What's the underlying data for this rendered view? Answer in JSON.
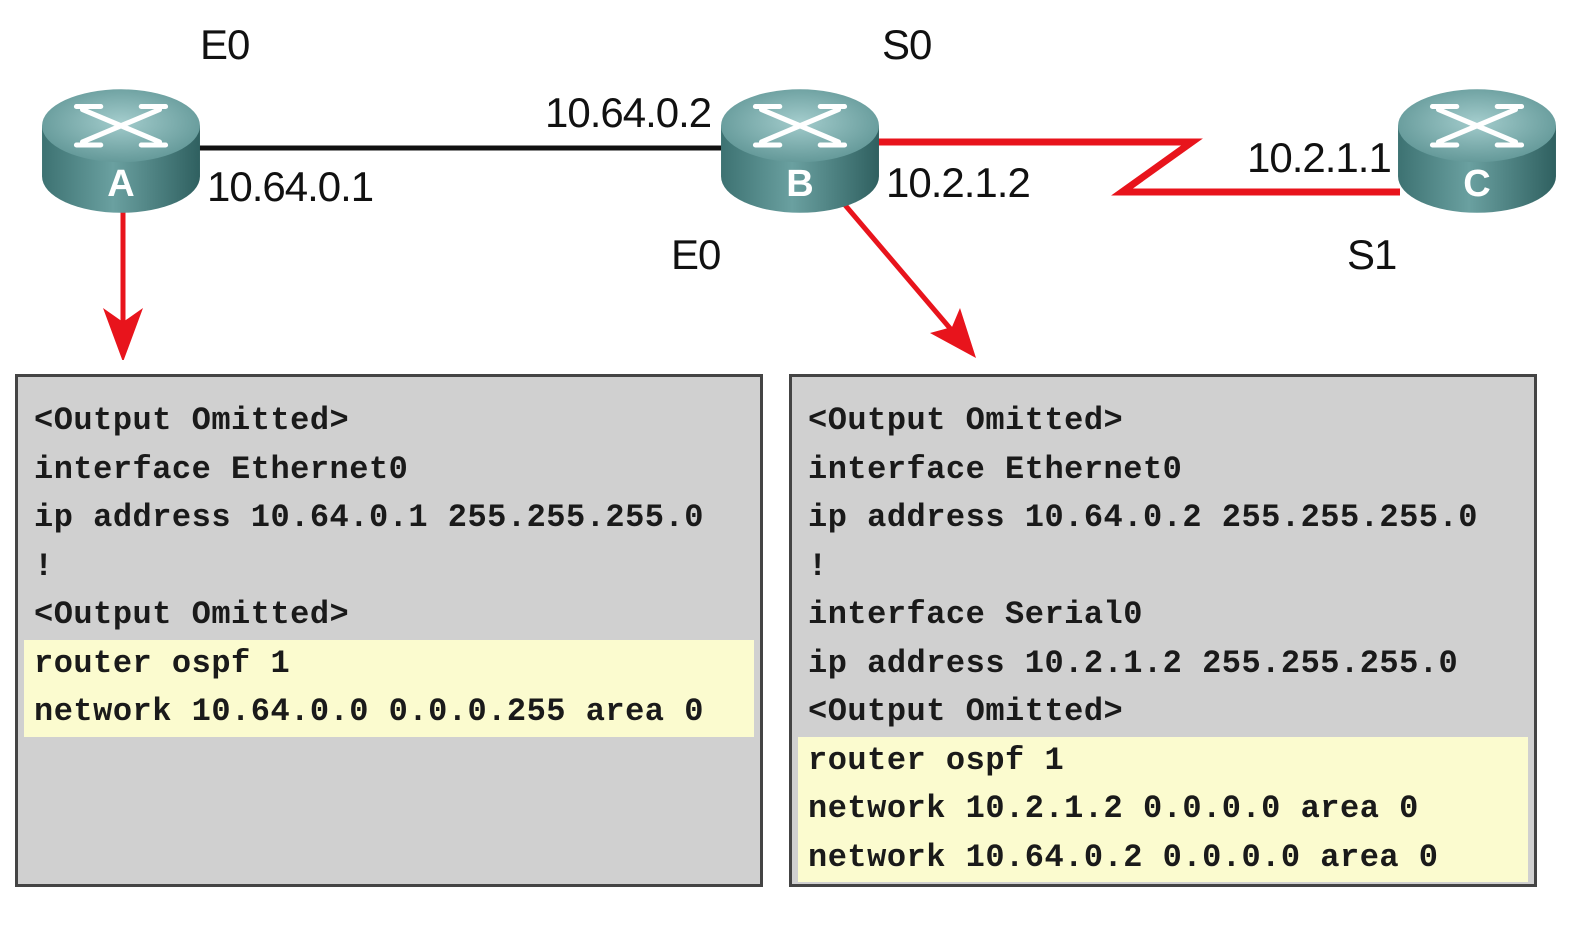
{
  "colors": {
    "red_link": "#e8141c",
    "router_body": "#4f8a8a",
    "router_top": "#7fb0b0",
    "panel_bg": "#d0d0d0",
    "highlight": "#fbfbcf"
  },
  "routers": {
    "a": {
      "letter": "A",
      "icon": "router-icon"
    },
    "b": {
      "letter": "B",
      "icon": "router-icon"
    },
    "c": {
      "letter": "C",
      "icon": "router-icon"
    }
  },
  "labels": {
    "a_e0": "E0",
    "a_ip": "10.64.0.1",
    "b_ip_e0": "10.64.0.2",
    "b_s0": "S0",
    "b_ip_s0": "10.2.1.2",
    "b_e0": "E0",
    "c_ip": "10.2.1.1",
    "c_s1": "S1"
  },
  "config_a": {
    "lines": [
      "<Output Omitted>",
      "interface Ethernet0",
      "ip address 10.64.0.1 255.255.255.0",
      "!",
      "<Output Omitted>"
    ],
    "highlighted": [
      "router ospf 1",
      "network 10.64.0.0 0.0.0.255 area 0"
    ]
  },
  "config_b": {
    "lines": [
      "<Output Omitted>",
      "interface Ethernet0",
      "ip address 10.64.0.2 255.255.255.0",
      "!",
      "interface Serial0",
      "ip address 10.2.1.2 255.255.255.0",
      "<Output Omitted>"
    ],
    "highlighted": [
      "router ospf 1",
      "network 10.2.1.2 0.0.0.0 area 0",
      "network 10.64.0.2 0.0.0.0 area 0"
    ]
  }
}
